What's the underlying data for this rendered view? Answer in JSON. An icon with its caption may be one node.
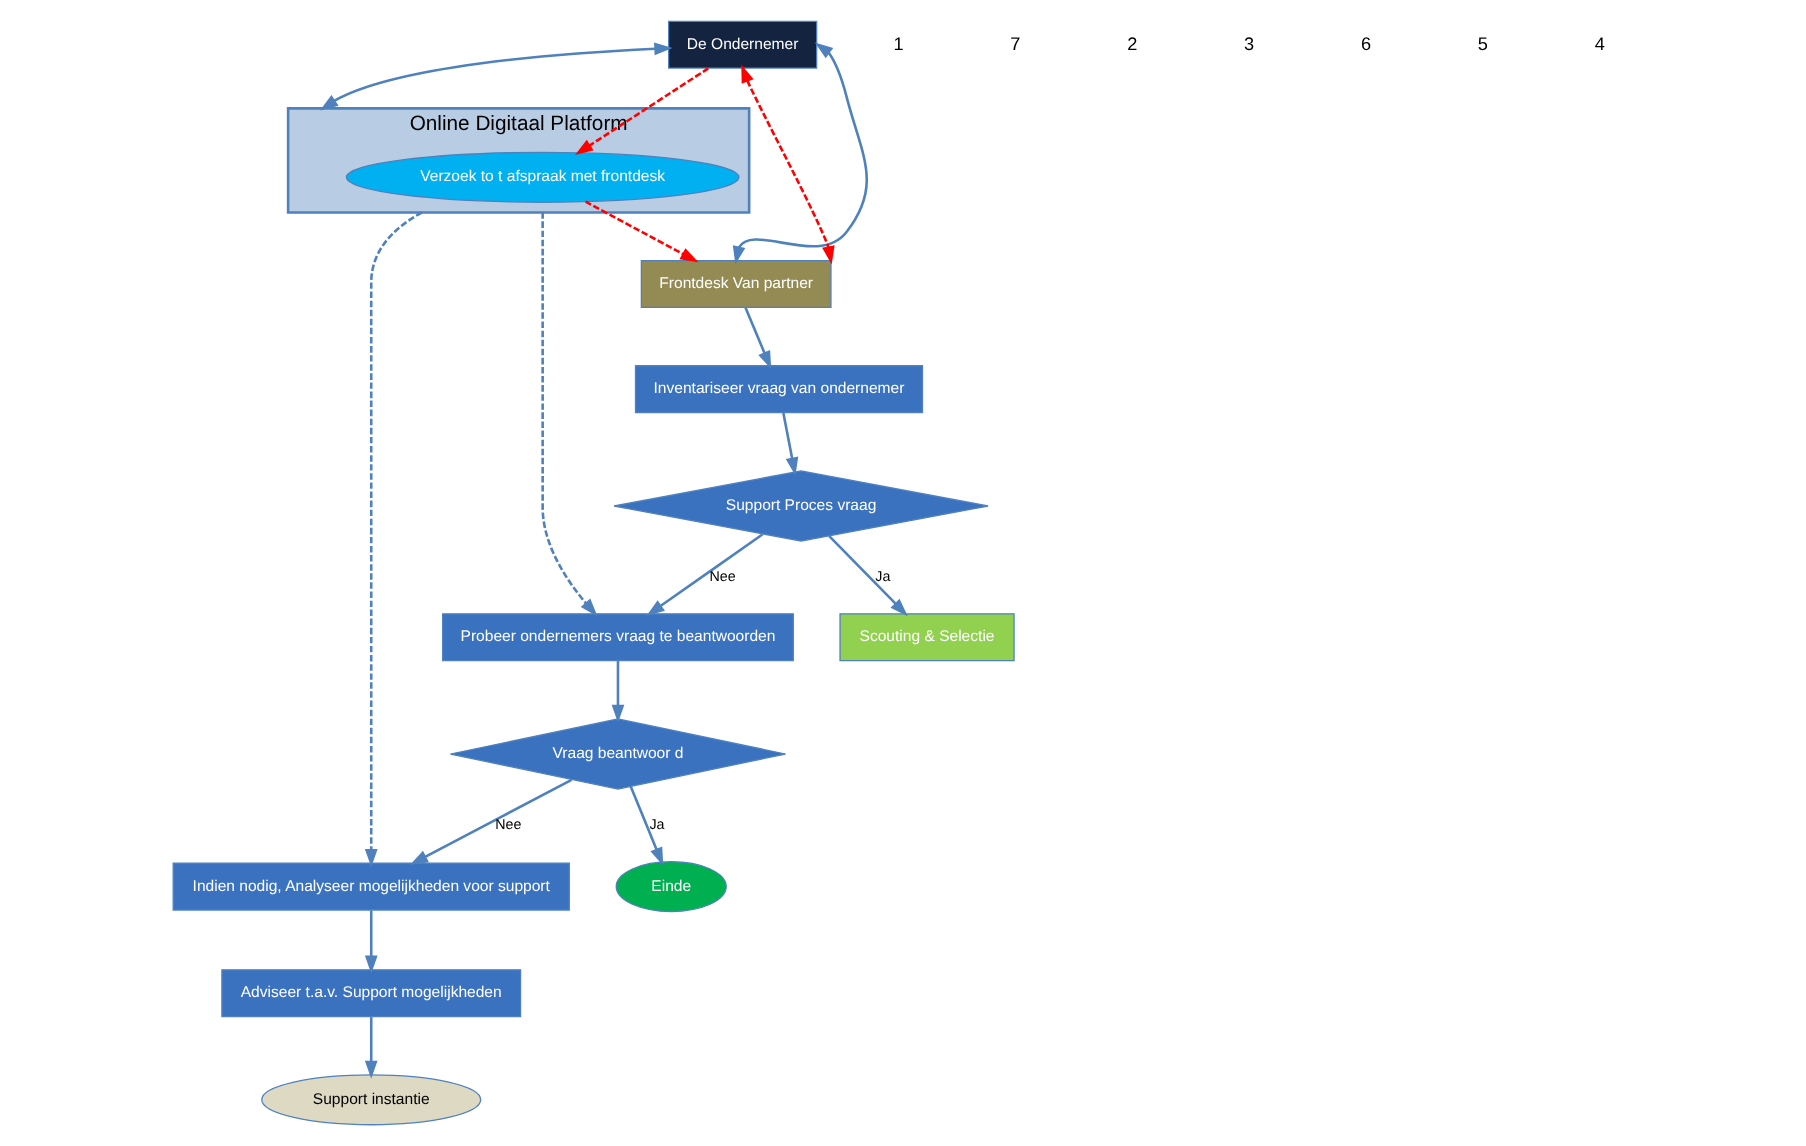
{
  "diagram": {
    "nodes": [
      {
        "text": [
          "De Ondernemer"
        ]
      },
      {
        "text": [
          "Online Digitaal Platform"
        ]
      },
      {
        "text": [
          "Verzoek to t afspraak met frontdesk"
        ],
        "in": 1
      },
      {
        "text": [
          "Support instantie"
        ]
      },
      {
        "text": [
          "Indien nodig, Analyseer mogelijkheden voor support"
        ]
      },
      {
        "text": [
          "Adviseer t.a.v. Support mogelijkheden"
        ]
      },
      {
        "text": [
          "Probeer ondernemers vraag te beantwoorden"
        ]
      },
      {
        "text": [
          "Vraag beantwoor d"
        ]
      },
      {
        "text": [
          "Einde"
        ]
      },
      {
        "text": [
          "Frontdesk Van partner"
        ]
      },
      {
        "text": [
          "Inventariseer vraag van ondernemer"
        ]
      },
      {
        "text": [
          "Support Proces vraag"
        ]
      },
      {
        "text": [
          "Scouting & Selectie"
        ]
      }
    ],
    "edges": [
      {
        "from": 0,
        "to": 1,
        "arrow": "both"
      },
      {
        "from": 0,
        "to": 9,
        "arrow": "both"
      },
      {
        "from": 0,
        "to": 2,
        "arrow": "to",
        "style": "dashed",
        "color": "#ff0000"
      },
      {
        "from": 0,
        "to": 9,
        "arrow": "both",
        "style": "dashed",
        "color": "#ff0000"
      },
      {
        "from": 2,
        "to": 9,
        "arrow": "to",
        "style": "dashed",
        "color": "#ff0000"
      },
      {
        "from": 1,
        "to": 4,
        "arrow": "to",
        "style": "dashed"
      },
      {
        "from": 1,
        "to": 6,
        "arrow": "to",
        "style": "dashed"
      },
      {
        "from": 4,
        "to": 5,
        "arrow": "to"
      },
      {
        "from": 5,
        "to": 3,
        "arrow": "to"
      },
      {
        "from": 6,
        "to": 7,
        "arrow": "to"
      },
      {
        "from": 7,
        "to": 4,
        "arrow": "to",
        "label": "Nee"
      },
      {
        "from": 7,
        "to": 8,
        "arrow": "to",
        "label": "Ja"
      },
      {
        "from": 9,
        "to": 10,
        "arrow": "to"
      },
      {
        "from": 10,
        "to": 11,
        "arrow": "to"
      },
      {
        "from": 11,
        "to": 6,
        "arrow": "to",
        "label": "Nee"
      },
      {
        "from": 11,
        "to": 12,
        "arrow": "to",
        "label": "Ja"
      }
    ],
    "labels": [
      "1",
      "7",
      "2",
      "3",
      "6",
      "5",
      "4"
    ]
  }
}
